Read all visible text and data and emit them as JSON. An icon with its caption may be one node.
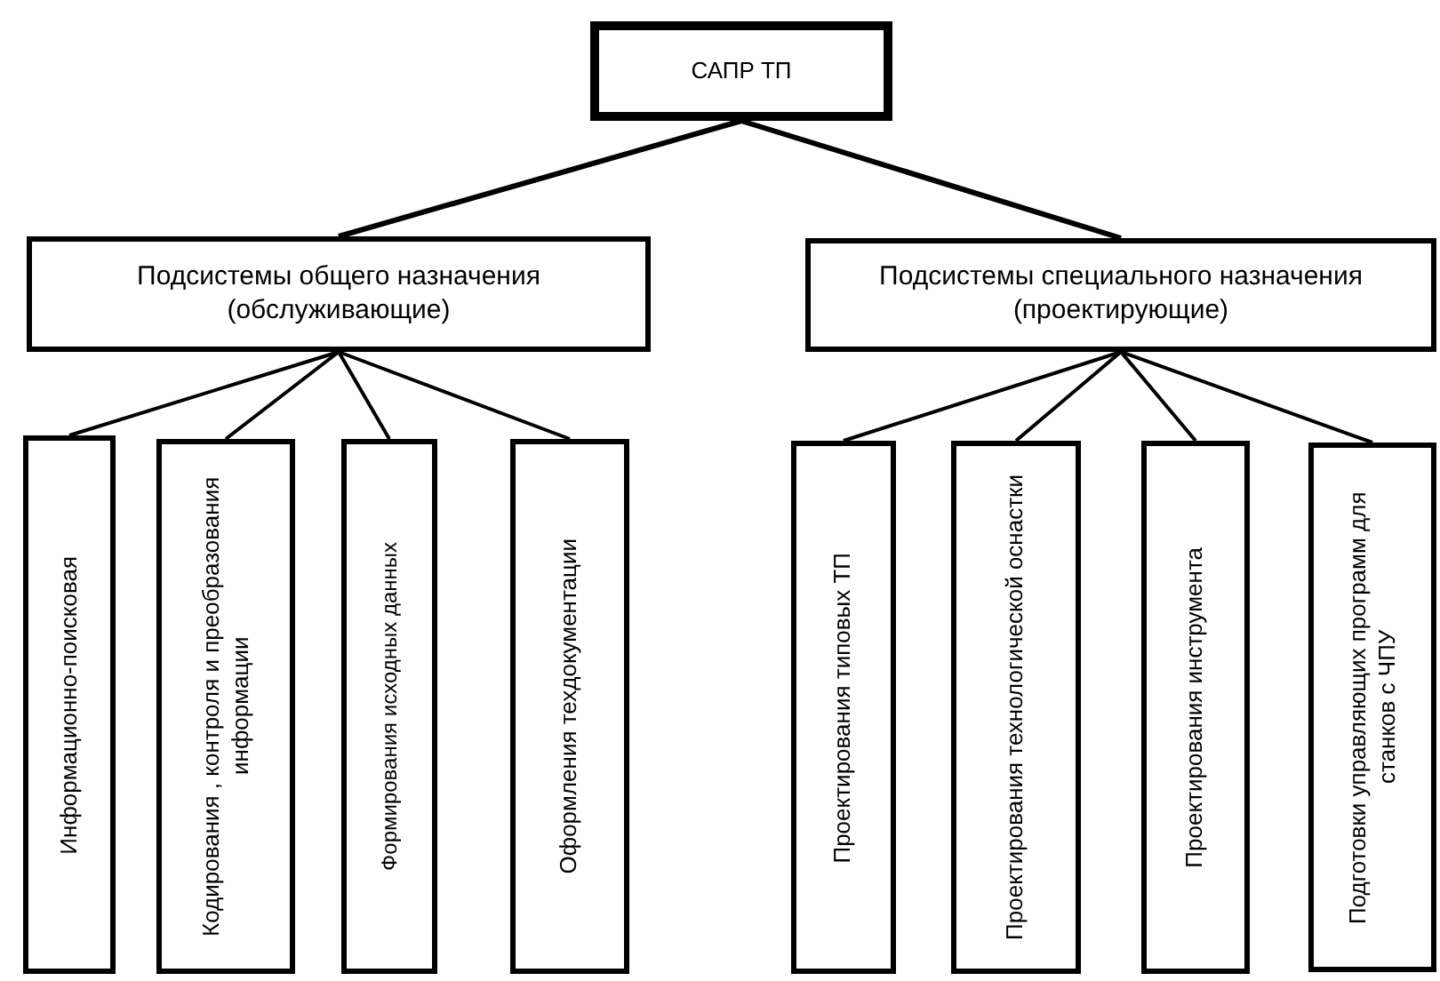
{
  "diagram": {
    "nodes": [
      {
        "text": [
          "САПР ТП"
        ]
      },
      {
        "text": [
          "Подсистемы общего назначения (обслуживающие)"
        ]
      },
      {
        "text": [
          "Подсистемы специального назначения (проектирующие)"
        ]
      },
      {
        "text": [
          "Информационно-поисковая"
        ]
      },
      {
        "text": [
          "Кодирования , контроля и преобразования информации"
        ]
      },
      {
        "text": [
          "Формирования исходных данных"
        ]
      },
      {
        "text": [
          "Оформления техдокументации"
        ]
      },
      {
        "text": [
          "Проектирования типовых ТП"
        ]
      },
      {
        "text": [
          "Проектирования технологической оснастки"
        ]
      },
      {
        "text": [
          "Проектирования инструмента"
        ]
      },
      {
        "text": [
          "Подготовки управляющих программ для станков с ЧПУ"
        ]
      }
    ],
    "edges": [
      {
        "from": 0,
        "to": 1,
        "arrow": "none"
      },
      {
        "from": 0,
        "to": 2,
        "arrow": "none"
      },
      {
        "from": 1,
        "to": 3,
        "arrow": "none"
      },
      {
        "from": 1,
        "to": 4,
        "arrow": "none"
      },
      {
        "from": 1,
        "to": 5,
        "arrow": "none"
      },
      {
        "from": 1,
        "to": 6,
        "arrow": "none"
      },
      {
        "from": 2,
        "to": 7,
        "arrow": "none"
      },
      {
        "from": 2,
        "to": 8,
        "arrow": "none"
      },
      {
        "from": 2,
        "to": 9,
        "arrow": "none"
      },
      {
        "from": 2,
        "to": 10,
        "arrow": "none"
      }
    ]
  }
}
